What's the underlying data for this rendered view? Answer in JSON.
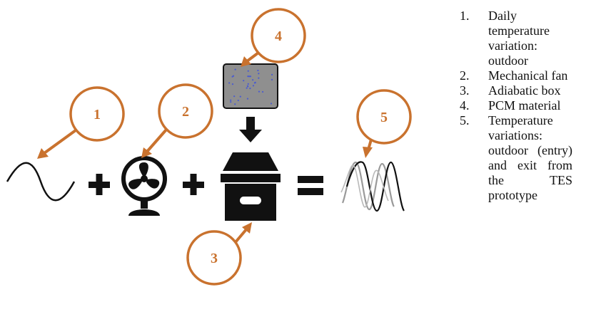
{
  "callouts": {
    "c1": "1",
    "c2": "2",
    "c3": "3",
    "c4": "4",
    "c5": "5"
  },
  "operators": {
    "plus": "+",
    "equals": "="
  },
  "legend": {
    "items": [
      {
        "num": "1.",
        "text": "Daily temperature variation: outdoor"
      },
      {
        "num": "2.",
        "text": "Mechanical fan"
      },
      {
        "num": "3.",
        "text": "Adiabatic box"
      },
      {
        "num": "4.",
        "text": "PCM material"
      },
      {
        "num": "5.",
        "text": "Temperature variations: outdoor (entry) and exit from the TES prototype"
      }
    ]
  },
  "colors": {
    "callout": "#c9722e",
    "icon": "#111111",
    "pcm_fill": "#8f8f8f",
    "pcm_dots": "#4a5bd0",
    "wave_gray": "#9a9a9a"
  }
}
